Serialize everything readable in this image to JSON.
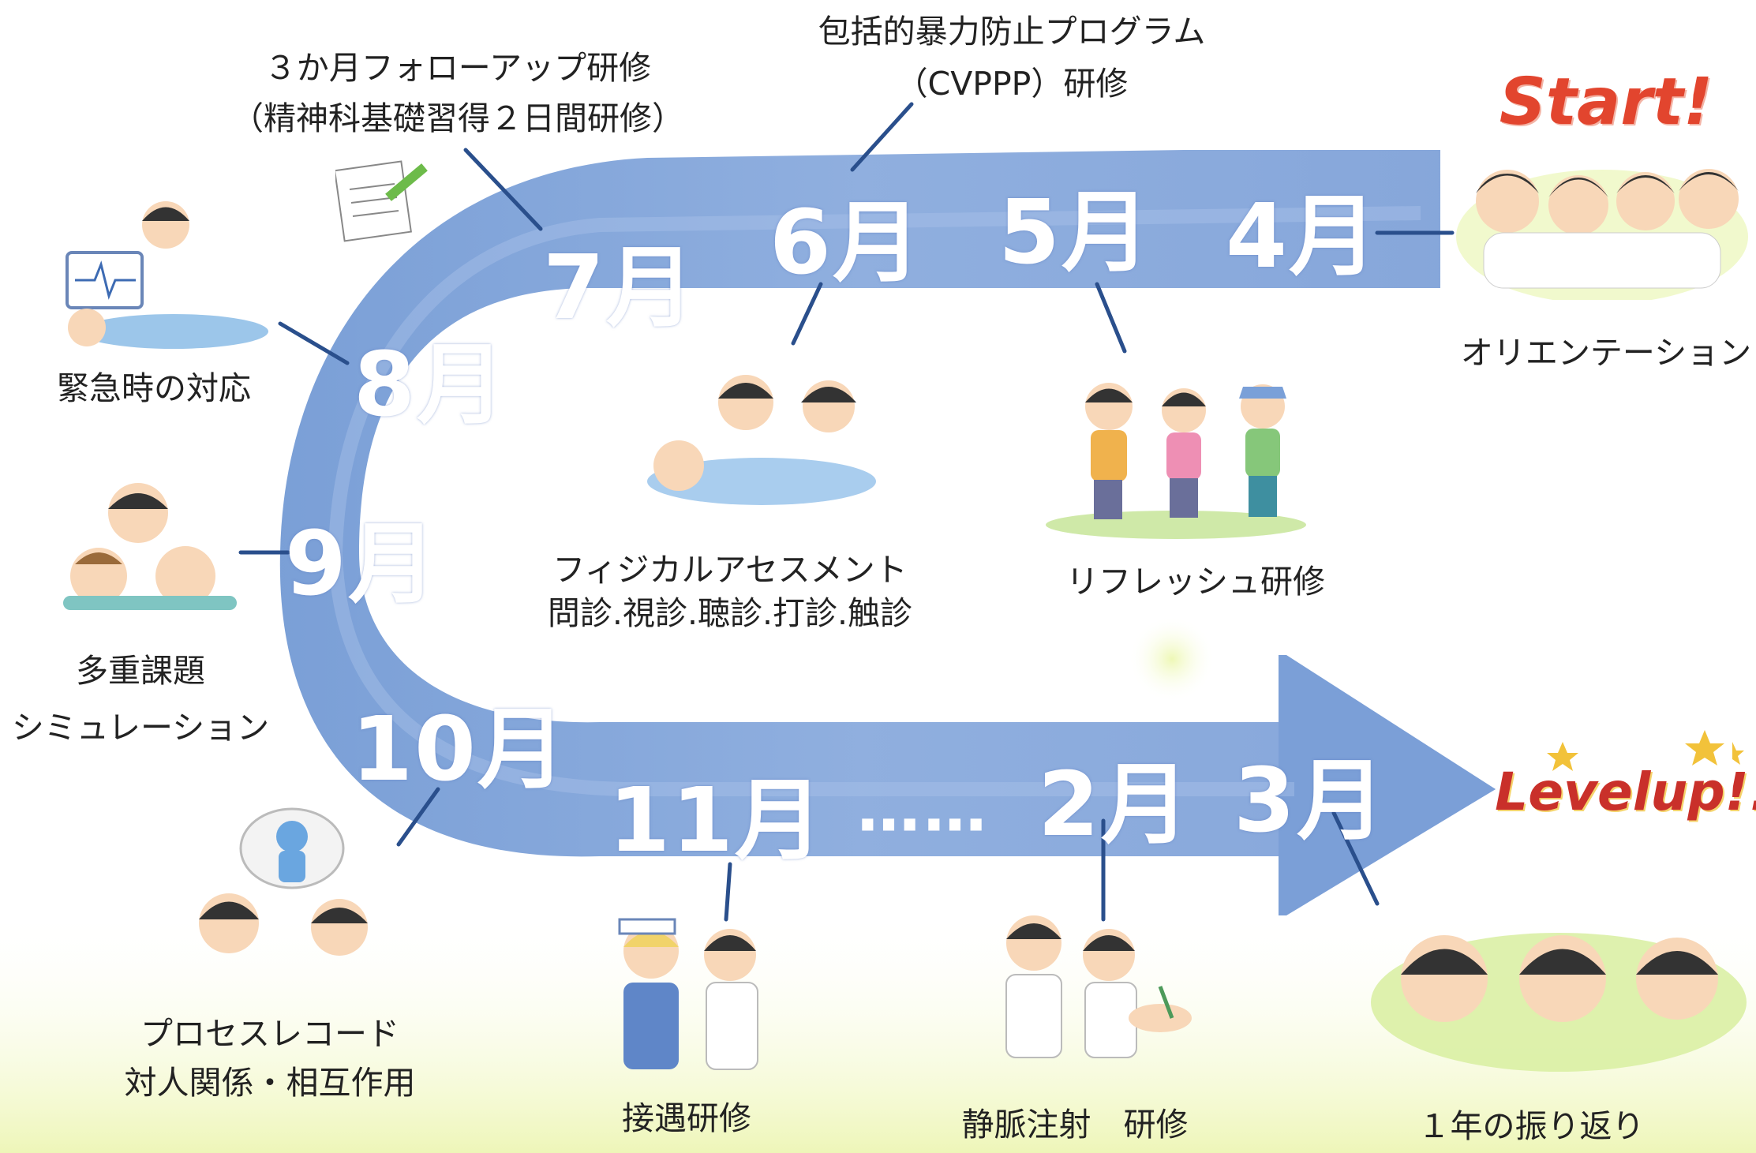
{
  "start_label": "Start!",
  "levelup_label": "Levelup!!",
  "ellipsis": "……",
  "months": {
    "apr": "4月",
    "may": "5月",
    "jun": "6月",
    "jul": "7月",
    "aug": "8月",
    "sep": "9月",
    "oct": "10月",
    "nov": "11月",
    "feb": "2月",
    "mar": "3月"
  },
  "items": {
    "orientation": "オリエンテーション",
    "refresh": "リフレッシュ研修",
    "physical_assessment_1": "フィジカルアセスメント",
    "physical_assessment_2": "問診.視診.聴診.打診.触診",
    "cvppp_1": "包括的暴力防止プログラム",
    "cvppp_2": "（CVPPP）研修",
    "followup_1": "３か月フォローアップ研修",
    "followup_2": "（精神科基礎習得２日間研修）",
    "emergency": "緊急時の対応",
    "multitask_1": "多重課題",
    "multitask_2": "シミュレーション",
    "process_record_1": "プロセスレコード",
    "process_record_2": "対人関係・相互作用",
    "hospitality": "接遇研修",
    "iv_injection": "静脈注射　研修",
    "year_review": "１年の振り返り"
  },
  "colors": {
    "arrow": "#7a9fd6",
    "arrow_light": "#a9c2e8",
    "connector": "#2a4f8c",
    "month_text": "#ffffff",
    "start": "#e2452e",
    "levelup": "#c9302a",
    "glow_green": "#eaf5b0"
  }
}
